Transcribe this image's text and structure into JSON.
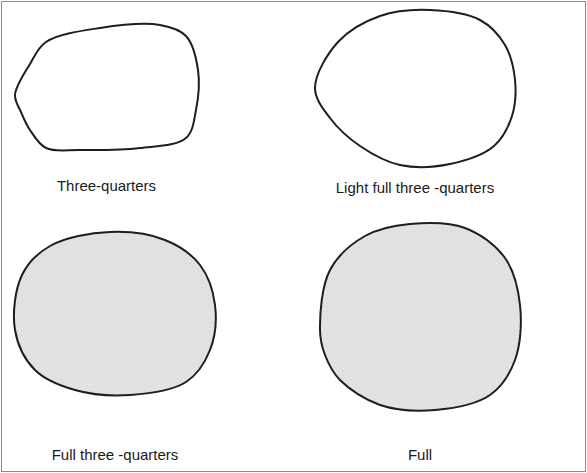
{
  "diagram": {
    "nodes": [
      {
        "text": [
          "Three-quarters"
        ]
      },
      {
        "text": [
          "Light full three -quarters"
        ]
      },
      {
        "text": [
          "Full three -quarters"
        ]
      },
      {
        "text": [
          "Full"
        ]
      }
    ]
  }
}
